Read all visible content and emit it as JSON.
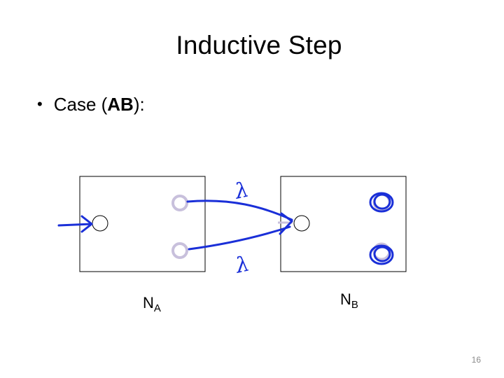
{
  "slide": {
    "title": "Inductive Step",
    "bullet_prefix": "Case (",
    "bullet_bold": "AB",
    "bullet_suffix": "):",
    "page_number": "16"
  },
  "diagram": {
    "nfa_a": {
      "base": "N",
      "sub": "A"
    },
    "nfa_b": {
      "base": "N",
      "sub": "B"
    },
    "epsilon_label": "λ"
  },
  "colors": {
    "ink": "#1a2fd8",
    "faded_state": "#c8c0dc",
    "box": "#000000"
  }
}
